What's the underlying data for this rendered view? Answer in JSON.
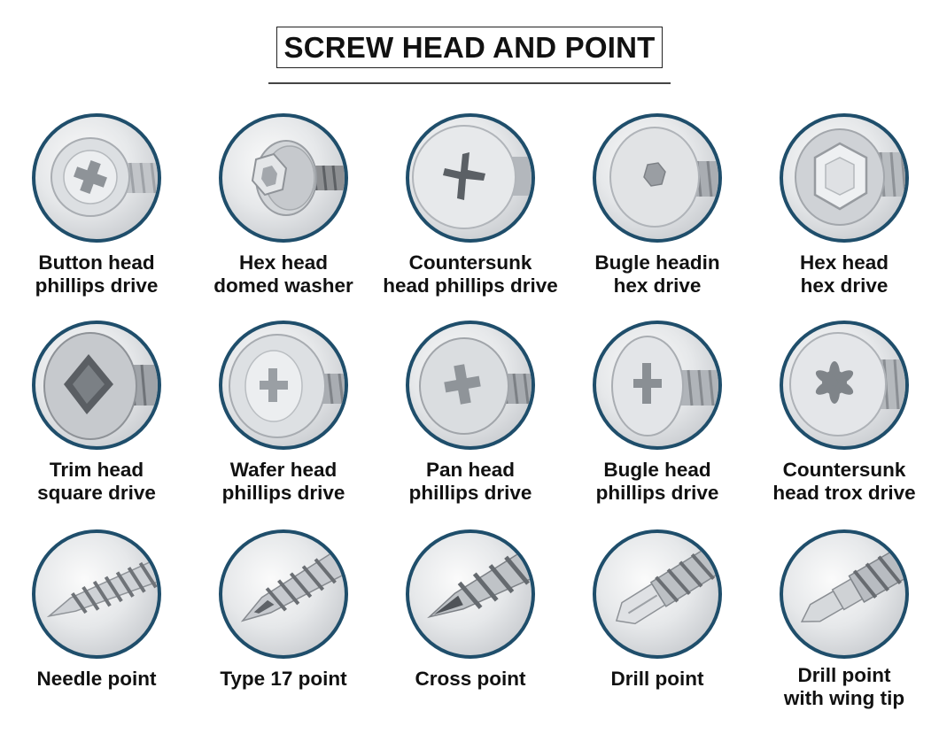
{
  "title": "SCREW HEAD AND POINT",
  "items": [
    {
      "icon": "button-head-phillips-icon",
      "line1": "Button head",
      "line2": "phillips drive"
    },
    {
      "icon": "hex-head-washer-icon",
      "line1": "Hex head",
      "line2": "domed washer"
    },
    {
      "icon": "countersunk-phillips-icon",
      "line1": "Countersunk",
      "line2": "head phillips drive"
    },
    {
      "icon": "bugle-hex-icon",
      "line1": "Bugle headin",
      "line2": "hex drive"
    },
    {
      "icon": "hex-head-icon",
      "line1": "Hex head",
      "line2": "hex drive"
    },
    {
      "icon": "trim-head-square-icon",
      "line1": "Trim head",
      "line2": "square drive"
    },
    {
      "icon": "wafer-head-phillips-icon",
      "line1": "Wafer head",
      "line2": "phillips drive"
    },
    {
      "icon": "pan-head-phillips-icon",
      "line1": "Pan head",
      "line2": "phillips drive"
    },
    {
      "icon": "bugle-phillips-icon",
      "line1": "Bugle head",
      "line2": "phillips drive"
    },
    {
      "icon": "countersunk-torx-icon",
      "line1": "Countersunk",
      "line2": "head trox drive"
    },
    {
      "icon": "needle-point-icon",
      "line1": "Needle point",
      "line2": ""
    },
    {
      "icon": "type-17-point-icon",
      "line1": "Type 17 point",
      "line2": ""
    },
    {
      "icon": "cross-point-icon",
      "line1": "Cross point",
      "line2": ""
    },
    {
      "icon": "drill-point-icon",
      "line1": "Drill point",
      "line2": ""
    },
    {
      "icon": "drill-wing-tip-icon",
      "line1": "Drill point",
      "line2": "with wing tip"
    }
  ]
}
